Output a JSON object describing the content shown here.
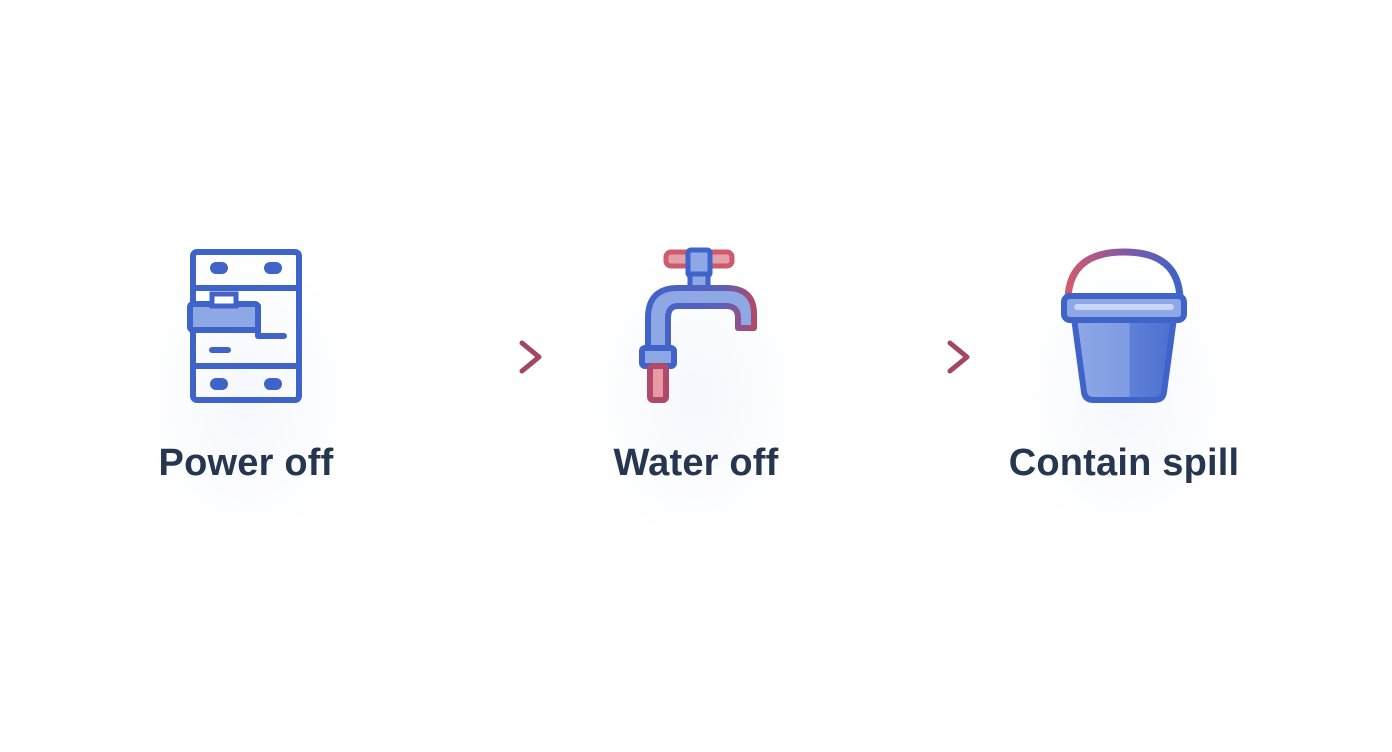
{
  "steps": [
    {
      "label": "Power off",
      "icon": "circuit-breaker-icon"
    },
    {
      "label": "Water off",
      "icon": "faucet-icon"
    },
    {
      "label": "Contain spill",
      "icon": "bucket-icon"
    }
  ],
  "connectors": [
    "arrow-right-icon",
    "arrow-right-icon"
  ],
  "colors": {
    "primary_blue": "#3f63c9",
    "light_blue": "#8ea8e6",
    "accent_red": "#cf5a6c",
    "arrow": "#a34664",
    "text": "#26364f"
  }
}
